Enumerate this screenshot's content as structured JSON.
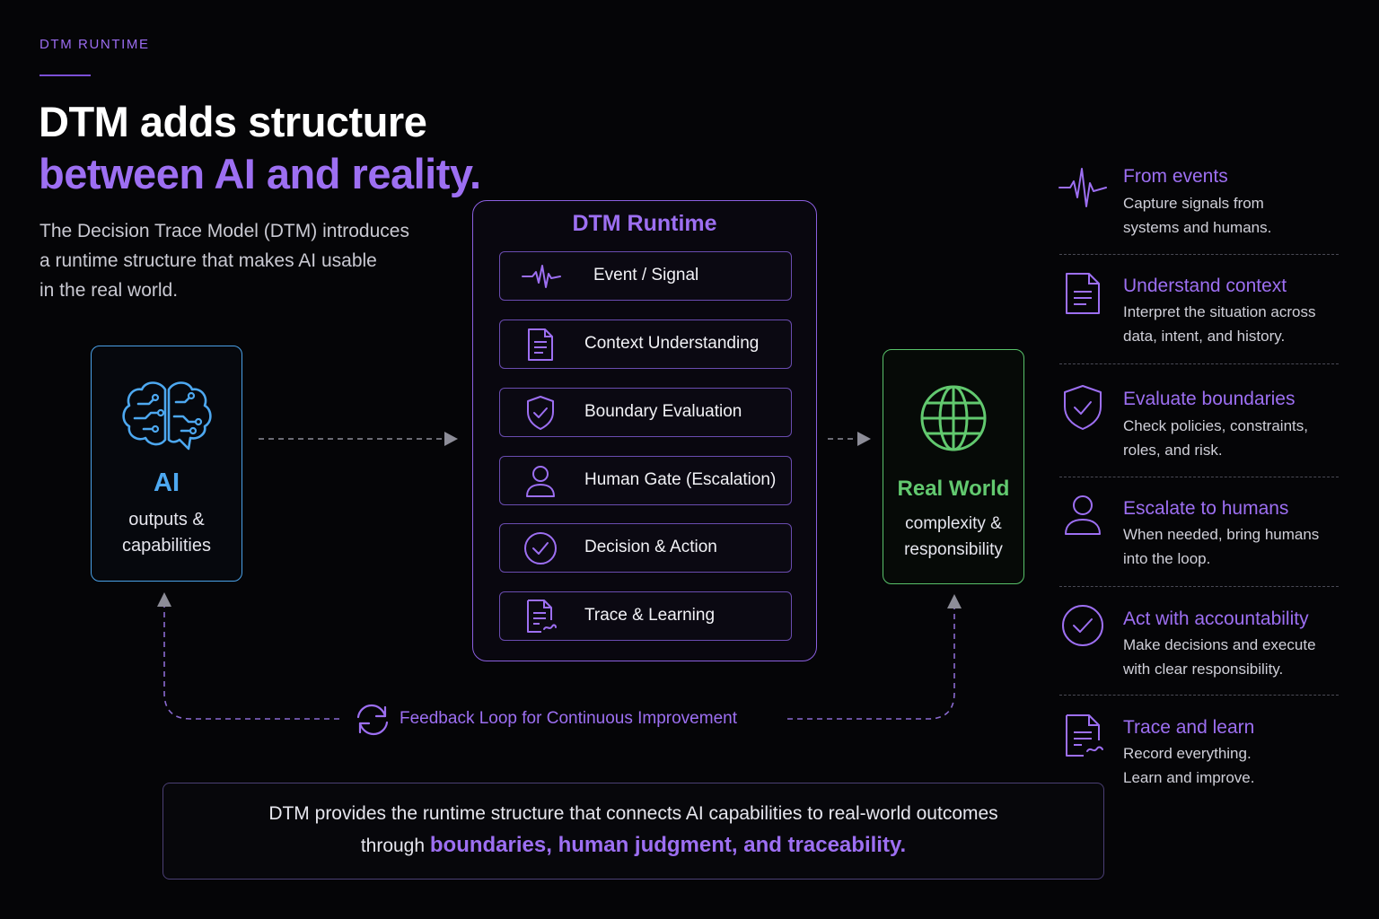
{
  "header": {
    "eyebrow": "DTM RUNTIME",
    "title_line1": "DTM adds structure",
    "title_line2": "between AI and reality."
  },
  "intro": {
    "lines": [
      "The Decision Trace Model (DTM) introduces",
      "a runtime structure that makes AI usable",
      "in the real world."
    ]
  },
  "ai_box": {
    "title": "AI",
    "subtitle_lines": [
      "outputs &",
      "capabilities"
    ],
    "icon": "brain-icon",
    "color": "#4da8f0"
  },
  "runtime": {
    "title": "DTM Runtime",
    "steps": [
      {
        "label": "Event / Signal",
        "icon": "pulse-icon"
      },
      {
        "label": "Context Understanding",
        "icon": "document-icon"
      },
      {
        "label": "Boundary Evaluation",
        "icon": "shield-check-icon"
      },
      {
        "label": "Human Gate (Escalation)",
        "icon": "user-icon"
      },
      {
        "label": "Decision & Action",
        "icon": "check-circle-icon"
      },
      {
        "label": "Trace & Learning",
        "icon": "document-edit-icon"
      }
    ],
    "color": "#9d6ff2"
  },
  "real_world_box": {
    "title": "Real World",
    "subtitle_lines": [
      "complexity &",
      "responsibility"
    ],
    "icon": "globe-icon",
    "color": "#62c96f"
  },
  "feedback": {
    "label": "Feedback Loop for Continuous Improvement",
    "icon": "refresh-icon"
  },
  "features": [
    {
      "title": "From events",
      "desc_lines": [
        "Capture signals from",
        "systems and humans."
      ],
      "icon": "pulse-icon"
    },
    {
      "title": "Understand context",
      "desc_lines": [
        "Interpret the situation across",
        "data, intent, and history."
      ],
      "icon": "document-icon"
    },
    {
      "title": "Evaluate boundaries",
      "desc_lines": [
        "Check policies, constraints,",
        "roles, and risk."
      ],
      "icon": "shield-check-icon"
    },
    {
      "title": "Escalate to humans",
      "desc_lines": [
        "When needed, bring humans",
        "into the loop."
      ],
      "icon": "user-icon"
    },
    {
      "title": "Act with accountability",
      "desc_lines": [
        "Make decisions and execute",
        "with clear responsibility."
      ],
      "icon": "check-circle-icon"
    },
    {
      "title": "Trace and learn",
      "desc_lines": [
        "Record everything.",
        "Learn and improve."
      ],
      "icon": "document-edit-icon"
    }
  ],
  "summary": {
    "line1": "DTM provides the runtime structure that connects AI capabilities to real-world outcomes",
    "line2_prefix": "through ",
    "line2_highlight": "boundaries, human judgment, and traceability."
  },
  "colors": {
    "accent": "#9d6ff2",
    "ai": "#4da8f0",
    "real_world": "#62c96f",
    "background": "#050507"
  }
}
